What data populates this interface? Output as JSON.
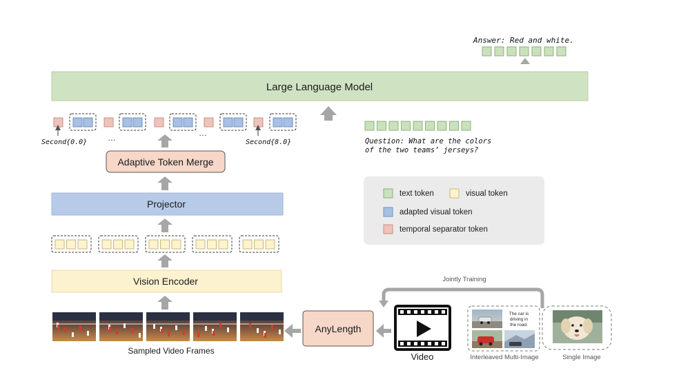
{
  "llm": {
    "label": "Large Language Model"
  },
  "answer": {
    "text": "Answer: Red and white.",
    "token_count": 7
  },
  "question": {
    "line1": "Question: What are the colors",
    "line2": "of the two teams’ jerseys?",
    "token_count": 9
  },
  "sequence": {
    "ellipsis": "…",
    "time_labels": [
      "Second{0.0}",
      "Second{8.0}"
    ]
  },
  "modules": {
    "merge": "Adaptive Token Merge",
    "projector": "Projector",
    "encoder": "Vision Encoder",
    "anylength": "AnyLength"
  },
  "frames": {
    "label": "Sampled Video Frames",
    "count": 5
  },
  "inputs": {
    "video": "Video",
    "multi_image": "Interleaved Multi-Image",
    "single_image": "Single Image",
    "caption_text": [
      "The car is",
      "driving in",
      "the road."
    ],
    "jointly": "Jointly Training"
  },
  "legend": {
    "items": [
      {
        "id": "text",
        "label": "text token",
        "color": "#c9e2bc"
      },
      {
        "id": "visual",
        "label": "visual token",
        "color": "#fdf3cd"
      },
      {
        "id": "adapted",
        "label": "adapted visual token",
        "color": "#a7c0e3"
      },
      {
        "id": "separator",
        "label": "temporal separator token",
        "color": "#efc3b9"
      }
    ]
  },
  "colors": {
    "llm_fill": "#cfe3c3",
    "merge_fill": "#f6d7c8",
    "projector_fill": "#b7cbe8",
    "encoder_fill": "#fcf2cf",
    "anylength_fill": "#f6d7c8",
    "legend_bg": "#ebebeb",
    "arrow": "#a6a6a6"
  }
}
